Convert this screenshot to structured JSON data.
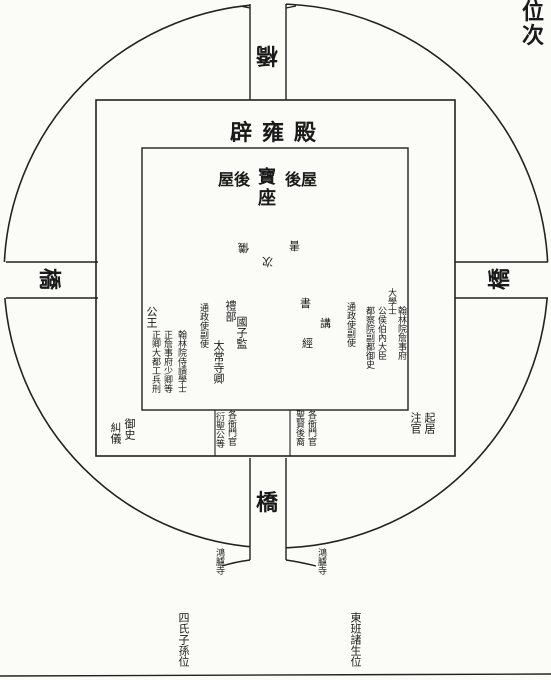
{
  "corner": {
    "line1": "位",
    "line2": "次"
  },
  "hall": {
    "title": "辟雍殿",
    "behind_left": "屋後",
    "behind_right": "後屋",
    "throne_line1": "寶",
    "throne_line2": "座"
  },
  "bridges": {
    "north": "橋",
    "south": "橋",
    "east": "橋",
    "west": "橋"
  },
  "center": {
    "line_a": "次",
    "line_b": "儀",
    "line_c": "書"
  },
  "inner_labels": {
    "left_top": "公王",
    "left_ranks": "正卿大都工兵刑",
    "left_ranks2": "正詹事府少卿等",
    "left_mid": "通政使副使",
    "left_tiny": "翰林院侍讀學士",
    "mid_a": "禮部",
    "mid_b": "太常寺卿",
    "mid_c": "國子監",
    "right_mid_a": "書",
    "right_mid_b": "講",
    "right_mid_c": "經",
    "right_line1": "通政使副使",
    "right_col1": "大學士",
    "right_col2": "公侯伯內大臣",
    "right_col3": "都察院副都御史",
    "right_col4": "翰林院詹事府"
  },
  "lower_labels": {
    "left_corner_1": "御史",
    "left_corner_2": "糾儀",
    "mid_left_1": "各衙門官",
    "mid_left_2": "衍聖公等",
    "mid_right_1": "聖賢後裔",
    "mid_right_2": "各衙門官",
    "right_corner_1": "起居",
    "right_corner_2": "注官"
  },
  "outside": {
    "sw_gate": "鴻臚寺",
    "se_gate": "鴻臚寺",
    "bottom_left": "四氏子孫位",
    "bottom_right": "東班諸生位"
  }
}
